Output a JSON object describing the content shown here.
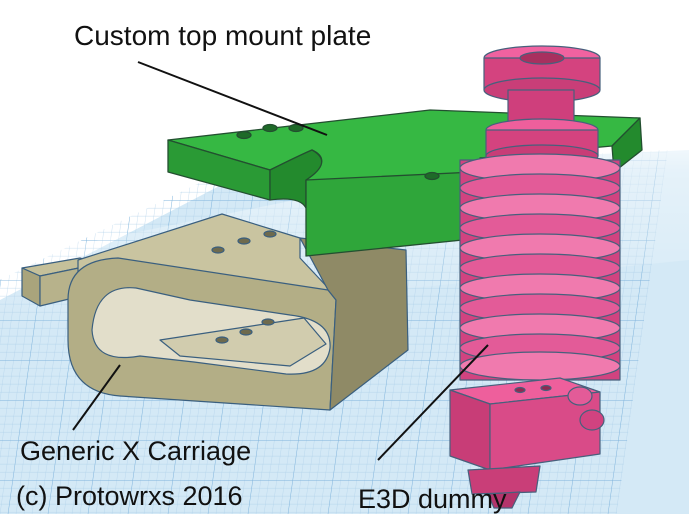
{
  "labels": {
    "top_mount_plate": "Custom top mount plate",
    "x_carriage": "Generic X Carriage",
    "copyright": "(c) Protowrxs 2016",
    "e3d": "E3D dummy"
  },
  "colors": {
    "plate_green": "#2ea838",
    "carriage_khaki": "#b0ab84",
    "hotend_pink": "#e64d8f",
    "grid_blue": "#cfe6f4",
    "edge_blue": "#36628c"
  }
}
